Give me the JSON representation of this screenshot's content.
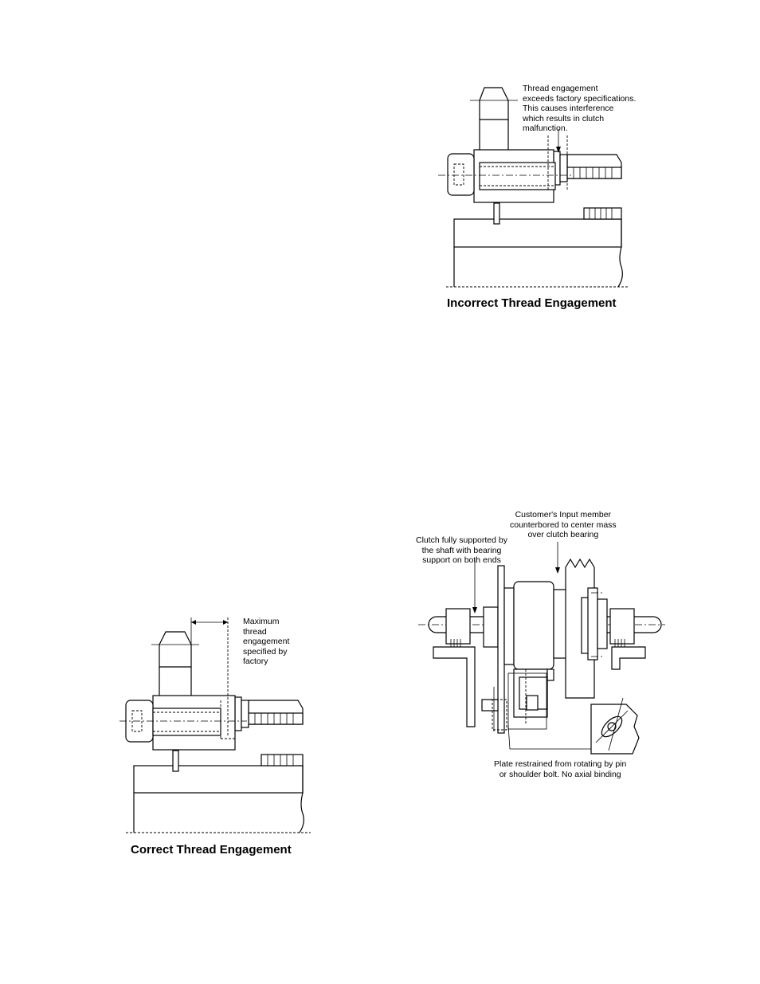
{
  "figures": {
    "incorrect": {
      "caption": "Incorrect Thread Engagement",
      "note": "Thread engagement\nexceeds factory specifications.\nThis causes interference\nwhich results in clutch\nmalfunction."
    },
    "correct": {
      "caption": "Correct Thread Engagement",
      "note": "Maximum\nthread\nengagement\nspecified by\nfactory"
    },
    "mounting": {
      "note_input": "Customer's Input member\ncounterbored to center mass\nover clutch bearing",
      "note_support": "Clutch fully supported by\nthe shaft with bearing\nsupport  on both ends",
      "note_plate": "Plate restrained from rotating by pin\nor shoulder bolt. No axial binding"
    }
  }
}
